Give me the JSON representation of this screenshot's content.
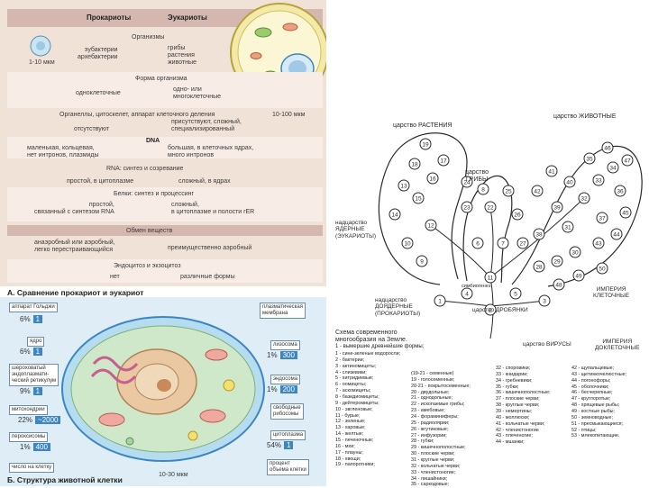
{
  "compare": {
    "head_left": "Прокариоты",
    "head_right": "Эукариоты",
    "size_left": "1-10 мкм",
    "size_right": "10-100 мкм",
    "organisms": "Организмы",
    "org_left": "эубактерии\nархебактерии",
    "org_right": "грибы\nрастения\nживотные",
    "form": "Форма организма",
    "form_left": "одноклеточные",
    "form_right": "одно- или\nмногоклеточные",
    "organelles": "Органеллы, цитоскелет, аппарат клеточного деления",
    "org_absent": "отсутствуют",
    "org_present": "присутствуют, сложный,\nспециализированный",
    "dna": "DNA",
    "dna_left": "маленькая, кольцевая,\nнет интронов, плазмиды",
    "dna_right": "большая, в клеточных ядрах,\nмного интронов",
    "rna": "RNA: синтез и созревание",
    "rna_left": "простой, в цитоплазме",
    "rna_right": "сложный, в ядрах",
    "protein": "Белки: синтез и процессинг",
    "prot_left": "простой,\nсвязанный с синтезом RNA",
    "prot_right": "сложный,\nв цитоплазме и полости rER",
    "metab": "Обмен веществ",
    "metab_left": "анаэробный или аэробный,\nлегко перестраивающийся",
    "metab_right": "преимущественно аэробный",
    "endo": "Эндоцитоз и экзоцитоз",
    "endo_left": "нет",
    "endo_right": "различные формы",
    "caption": "А. Сравнение прокариот и эукариот"
  },
  "cell": {
    "labels_left": [
      {
        "text": "аппарат Гольджи",
        "pct": "6%",
        "num": "1"
      },
      {
        "text": "ядро",
        "pct": "6%",
        "num": "1"
      },
      {
        "text": "шероховатый\nэндоплазмати-\nческий ретикулум",
        "pct": "9%",
        "num": "1"
      },
      {
        "text": "митохондрии",
        "pct": "22%",
        "num": "~2000"
      },
      {
        "text": "пероксисомы",
        "pct": "1%",
        "num": "400"
      }
    ],
    "labels_right": [
      {
        "text": "плазматическая\nмембрана",
        "pct": "",
        "num": ""
      },
      {
        "text": "лизосома",
        "pct": "1%",
        "num": "300"
      },
      {
        "text": "эндосома",
        "pct": "1%",
        "num": "200"
      },
      {
        "text": "свободные\nрибосомы",
        "pct": "",
        "num": ""
      },
      {
        "text": "цитоплазма",
        "pct": "54%",
        "num": "1"
      }
    ],
    "count_label": "число на клетку",
    "volume_label": "процент\nобъема клетки",
    "scale": "10-30 мкм",
    "caption": "Б. Структура животной клетки"
  },
  "tree": {
    "kingdom_animals": "царство ЖИВОТНЫЕ",
    "kingdom_plants": "царство РАСТЕНИЯ",
    "kingdom_fungi": "царство\nГРИБЫ",
    "superkingdom_nuclear": "надцарство\nЯДЕРНЫЕ\n(ЭУКАРИОТЫ)",
    "superkingdom_prenuclear": "надцарство\nДОЯДЕРНЫЕ\n(ПРОКАРИОТЫ)",
    "kingdom_shotguns": "царство ДРОБЯНКИ",
    "kingdom_viruses": "царство ВИРУСЫ",
    "empire_cellular": "ИМПЕРИЯ\nКЛЕТОЧНЫЕ",
    "empire_precellular": "ИМПЕРИЯ\nДОКЛЕТОЧНЫЕ",
    "symbiosis": "симбиогенез",
    "title": "Схема современного\nмногообразия на Земле.",
    "legend_intro": "1 - вымершие древнейшие формы;",
    "legend_col1": "1 - сине-зеленые водоросли;\n2 - бактерии;\n3 - актиномицеты;\n4 - слизевики;\n5 - хитридиевые;\n6 - оомицеты;\n7 - аскомицеты;\n8 - базидиомицеты;\n9 - дейтеромицеты;\n10 - эвгленовые;\n11 - бурые;\n12 - зеленые;\n13 - харовые;\n14 - желтые;\n15 - печеночные;\n16 - мхи;\n17 - плауны;\n18 - хвощи;\n19 - папоротники;",
    "legend_col2": "(19-21 - семенные)\n19 - голосеменные;\n20-21 - покрытосеменные;\n20 - двудольные;\n21 - однодольные;\n22 - ископаемые грибы;\n23 - амебовые;\n24 - фораминиферы;\n25 - радиолярии;\n26 - жгутиковые;\n27 - инфузории;\n28 - губки;\n29 - кишечнополостные;\n30 - плоские черви;\n31 - круглые черви;\n32 - кольчатые черви;\n33 - членистоногие;\n34 - лишайники;\n35 - саркодовые;",
    "legend_col3": "32 - споровики;\n33 - книдарии;\n34 - гребневики;\n35 - губки;\n36 - кишечнополостные;\n37 - плоские черви;\n38 - круглые черви;\n39 - немертины;\n40 - моллюски;\n41 - кольчатые черви;\n42 - членистоногие\n43 - плеченогие;\n44 - мшанки;",
    "legend_col4": "42 - щупальцевые;\n43 - щетинкочелюстные;\n44 - погонофоры;\n45 - оболочники;\n46 - бесчерепные;\n47 - круглоротые;\n48 - хрящевые рыбы;\n49 - костные рыбы;\n50 - земноводные;\n51 - пресмыкающиеся;\n52 - птицы;\n53 - млекопитающие."
  },
  "colors": {
    "band": "#d4b8b0",
    "bg": "#f1e2d8",
    "cell_bg": "#dfeef6",
    "badge": "#3e86c1",
    "tree_line": "#2a2a2a"
  }
}
